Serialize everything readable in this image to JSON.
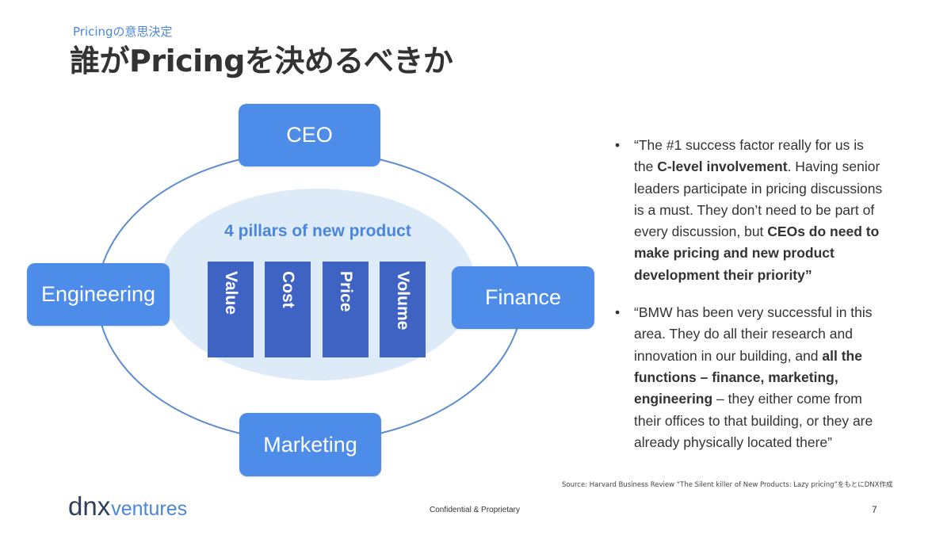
{
  "header": {
    "eyebrow": "Pricingの意思決定",
    "title": "誰がPricingを決めるべきか"
  },
  "diagram": {
    "center_title": "4 pillars of new product",
    "pillars": [
      "Value",
      "Cost",
      "Price",
      "Volume"
    ],
    "nodes": {
      "top": "CEO",
      "left": "Engineering",
      "right": "Finance",
      "bottom": "Marketing"
    }
  },
  "quotes": [
    {
      "segments": [
        {
          "text": "“The #1 success factor really for us is the ",
          "bold": false
        },
        {
          "text": "C-level involvement",
          "bold": true
        },
        {
          "text": ". Having senior leaders participate in pricing discussions is a must. They don’t need to be part of every discussion, but ",
          "bold": false
        },
        {
          "text": "CEOs do need to make pricing and new product development their priority”",
          "bold": true
        }
      ]
    },
    {
      "segments": [
        {
          "text": "“BMW has been very successful in this area. They do all their research and innovation in our building, and ",
          "bold": false
        },
        {
          "text": "all the functions – finance, marketing, engineering",
          "bold": true
        },
        {
          "text": " – they either come from their offices to that building, or they are already physically located there”",
          "bold": false
        }
      ]
    }
  ],
  "bullet_char": "•",
  "source": "Source: Harvard Business Review “The Silent killer of New Products: Lazy pricing”をもとにDNX作成",
  "footer": {
    "logo_dnx": "dnx",
    "logo_ventures": "ventures",
    "confidential": "Confidential & Proprietary",
    "page_number": "7"
  },
  "colors": {
    "accent_blue": "#4a86d9",
    "node_blue": "#4d8ce8",
    "pillar_blue": "#3e63c2",
    "ellipse_fill": "#ddeaf8"
  }
}
